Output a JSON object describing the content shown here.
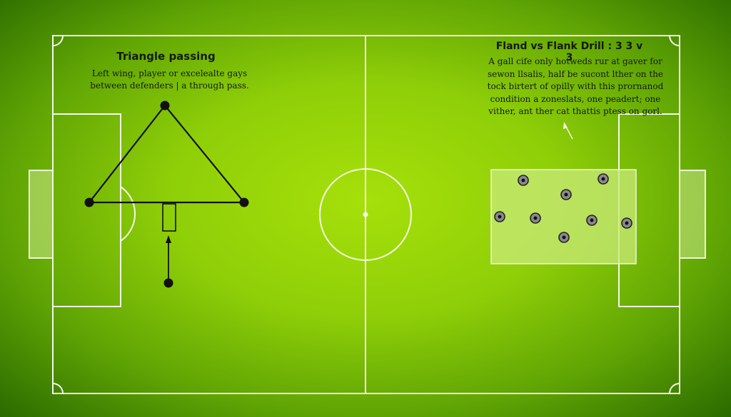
{
  "pitch": {
    "colors": {
      "grass_center": "#a6e00a",
      "grass_edge": "#2a6a00",
      "lines": "#f4f8e8",
      "zone_fill": "#c9ea7a",
      "player": "#111111"
    }
  },
  "left_drill": {
    "title": "Triangle passing",
    "description_line1": "Left wing, player or excelealte gays",
    "description_line2": "between defenders | a through pass."
  },
  "right_drill": {
    "title": "Fland vs Flank Drill : 3 3 v 3",
    "description_line1": "A gall cife only hotweds rur at gaver for",
    "description_line2": "sewon llsalis, half be sucont lther on the",
    "description_line3": "tock birtert of opilly with this prornanod",
    "description_line4": "condition a zoneslats, one peadert; one",
    "description_line5": "vither, ant ther cat thattis ptess on gorl."
  }
}
